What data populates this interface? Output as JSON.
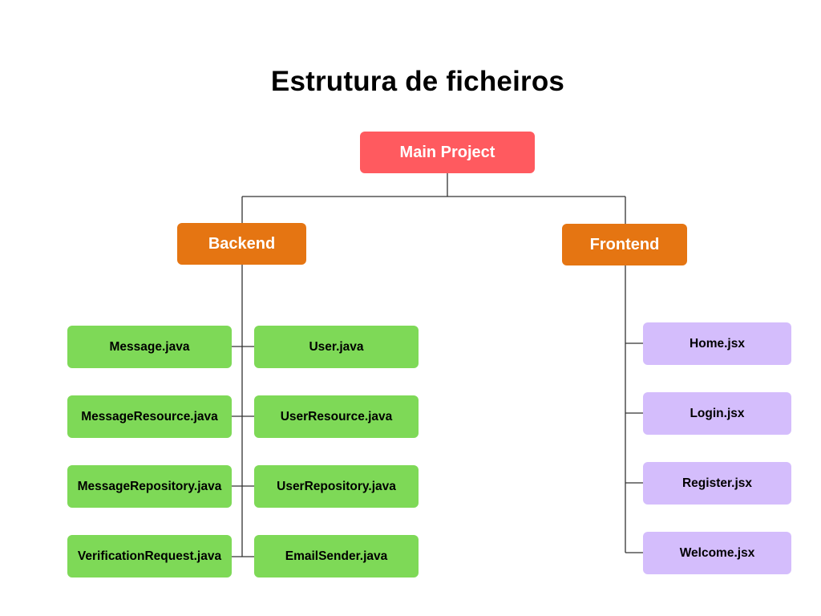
{
  "title": "Estrutura de ficheiros",
  "colors": {
    "root_fill": "#ff5a5f",
    "section_fill": "#e57512",
    "backend_file_fill": "#7ed957",
    "frontend_file_fill": "#d4bdfc",
    "line": "#333333",
    "light_text": "#ffffff",
    "dark_text": "#000000"
  },
  "root": {
    "label": "Main Project"
  },
  "backend": {
    "label": "Backend",
    "left_files": [
      "Message.java",
      "MessageResource.java",
      "MessageRepository.java",
      "VerificationRequest.java"
    ],
    "right_files": [
      "User.java",
      "UserResource.java",
      "UserRepository.java",
      "EmailSender.java"
    ]
  },
  "frontend": {
    "label": "Frontend",
    "files": [
      "Home.jsx",
      "Login.jsx",
      "Register.jsx",
      "Welcome.jsx"
    ]
  }
}
